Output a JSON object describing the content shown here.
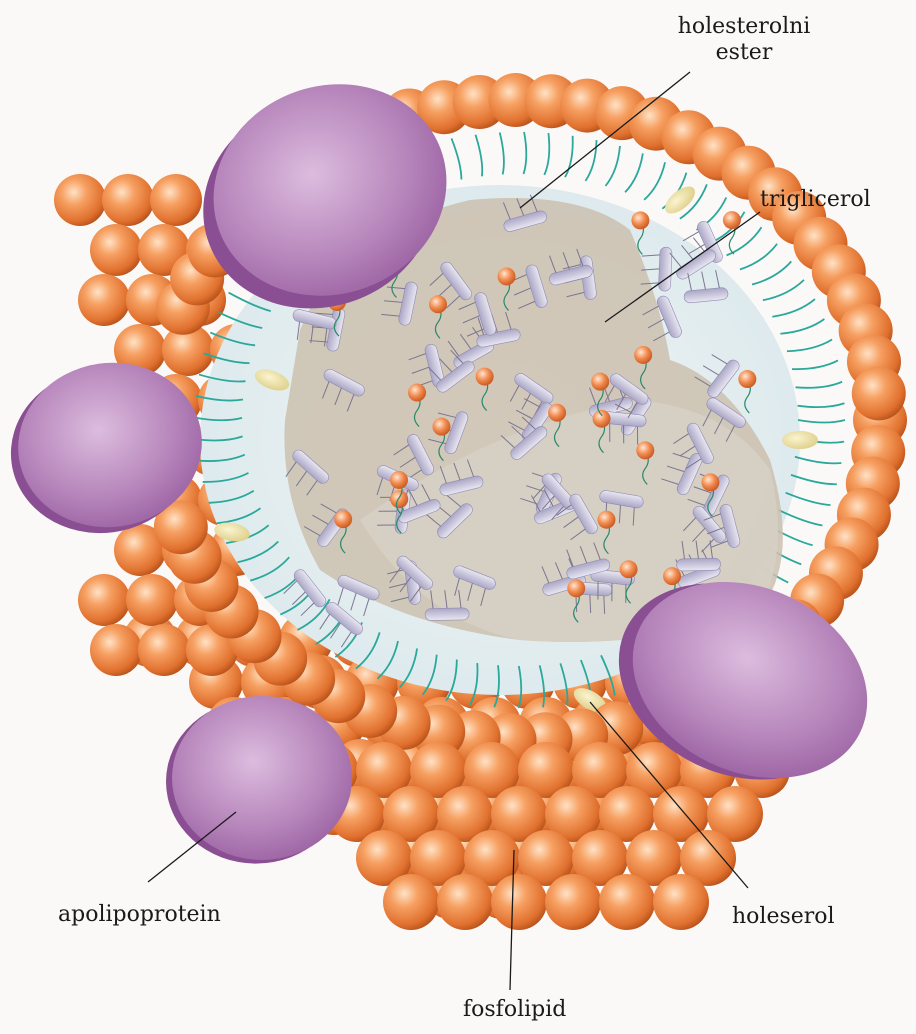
{
  "labels": {
    "cholesteryl_ester_line1": "holesterolni",
    "cholesteryl_ester_line2": "ester",
    "triglycerol": "triglicerol",
    "apolipoprotein": "apolipoprotein",
    "cholesterol": "holeserol",
    "phospholipid": "fosfolipid"
  },
  "colors": {
    "phospholipid_head": "#f08a3e",
    "phospholipid_head_shadow": "#c85a1c",
    "apolipoprotein": "#b07ab6",
    "apolipoprotein_dark": "#8a4e93",
    "core": "#cbbfae",
    "shell_interior": "#e4eef0",
    "lipid_tail": "#2aa89a",
    "triglyceride": "#c9c6dc",
    "cholesterol": "#ece1a6",
    "leader_line": "#1a1a1a"
  }
}
